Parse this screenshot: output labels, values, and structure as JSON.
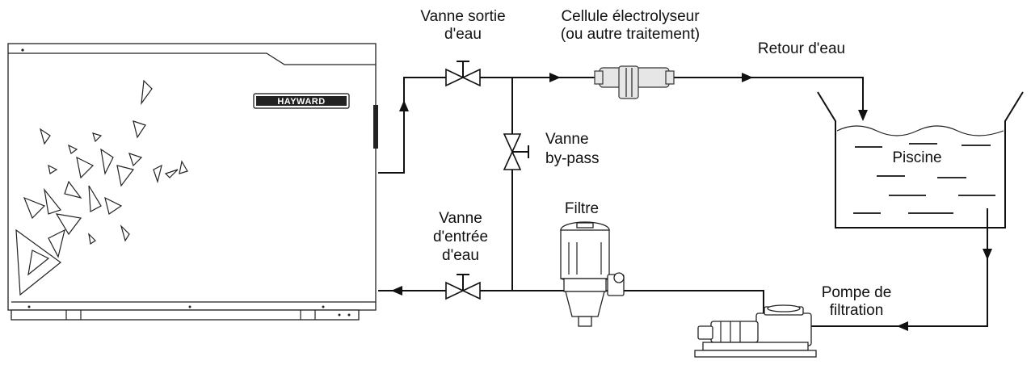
{
  "brand": {
    "logo_text": "HAYWARD"
  },
  "labels": {
    "valve_outlet_l1": "Vanne sortie",
    "valve_outlet_l2": "d'eau",
    "cell_l1": "Cellule électrolyseur",
    "cell_l2": "(ou autre traitement)",
    "water_return": "Retour d'eau",
    "bypass_l1": "Vanne",
    "bypass_l2": "by-pass",
    "pool": "Piscine",
    "filter": "Filtre",
    "valve_inlet_l1": "Vanne",
    "valve_inlet_l2": "d'entrée",
    "valve_inlet_l3": "d'eau",
    "pump_l1": "Pompe de",
    "pump_l2": "filtration"
  },
  "colors": {
    "line": "#111111",
    "cell": "#e6e6e6",
    "background": "#ffffff"
  },
  "icons": [
    "heat-pump-unit",
    "valve-icon",
    "electrolyser-cell-icon",
    "pool-basin-icon",
    "sand-filter-icon",
    "filtration-pump-icon"
  ]
}
